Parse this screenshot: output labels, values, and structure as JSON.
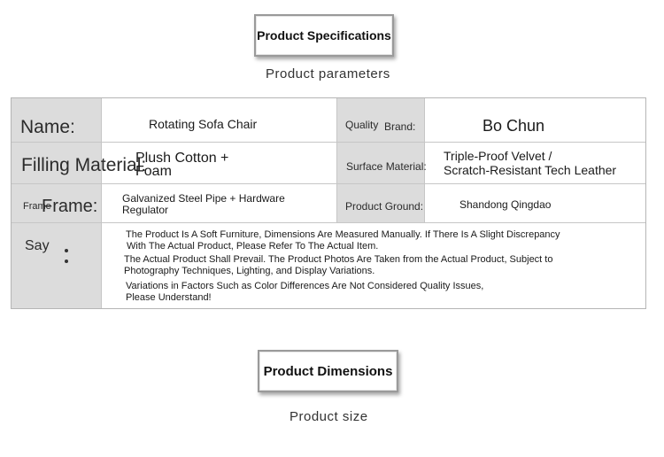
{
  "headings": {
    "specs_title": "Product Specifications",
    "specs_subtitle": "Product parameters",
    "dims_title": "Product Dimensions",
    "dims_subtitle": "Product size"
  },
  "specs": {
    "name_label": "Name:",
    "name_value": "Rotating Sofa Chair",
    "quality_label": "Quality",
    "brand_label": "Brand:",
    "brand_value": "Bo Chun",
    "filling_label": "Filling Material:",
    "filling_value_line1": "Plush Cotton +",
    "filling_value_line2": "Foam",
    "surface_label": "Surface Material:",
    "surface_value_line1": "Triple-Proof Velvet /",
    "surface_value_line2": "Scratch-Resistant Tech Leather",
    "frame_label_small": "Frame",
    "frame_label": "Frame:",
    "frame_value_line1": "Galvanized Steel Pipe + Hardware",
    "frame_value_line2": "Regulator",
    "ground_label": "Product Ground:",
    "ground_value": "Shandong Qingdao",
    "say_label": "Say",
    "notes": [
      "The Product Is A Soft Furniture, Dimensions Are Measured Manually. If There Is A Slight Discrepancy",
      "With The Actual Product, Please Refer To The Actual Item.",
      "The Actual Product Shall Prevail. The Product Photos Are Taken from the Actual Product, Subject to",
      "Photography Techniques, Lighting, and Display Variations.",
      "Variations in Factors Such as Color Differences Are Not Considered Quality Issues,",
      "Please Understand!"
    ]
  }
}
